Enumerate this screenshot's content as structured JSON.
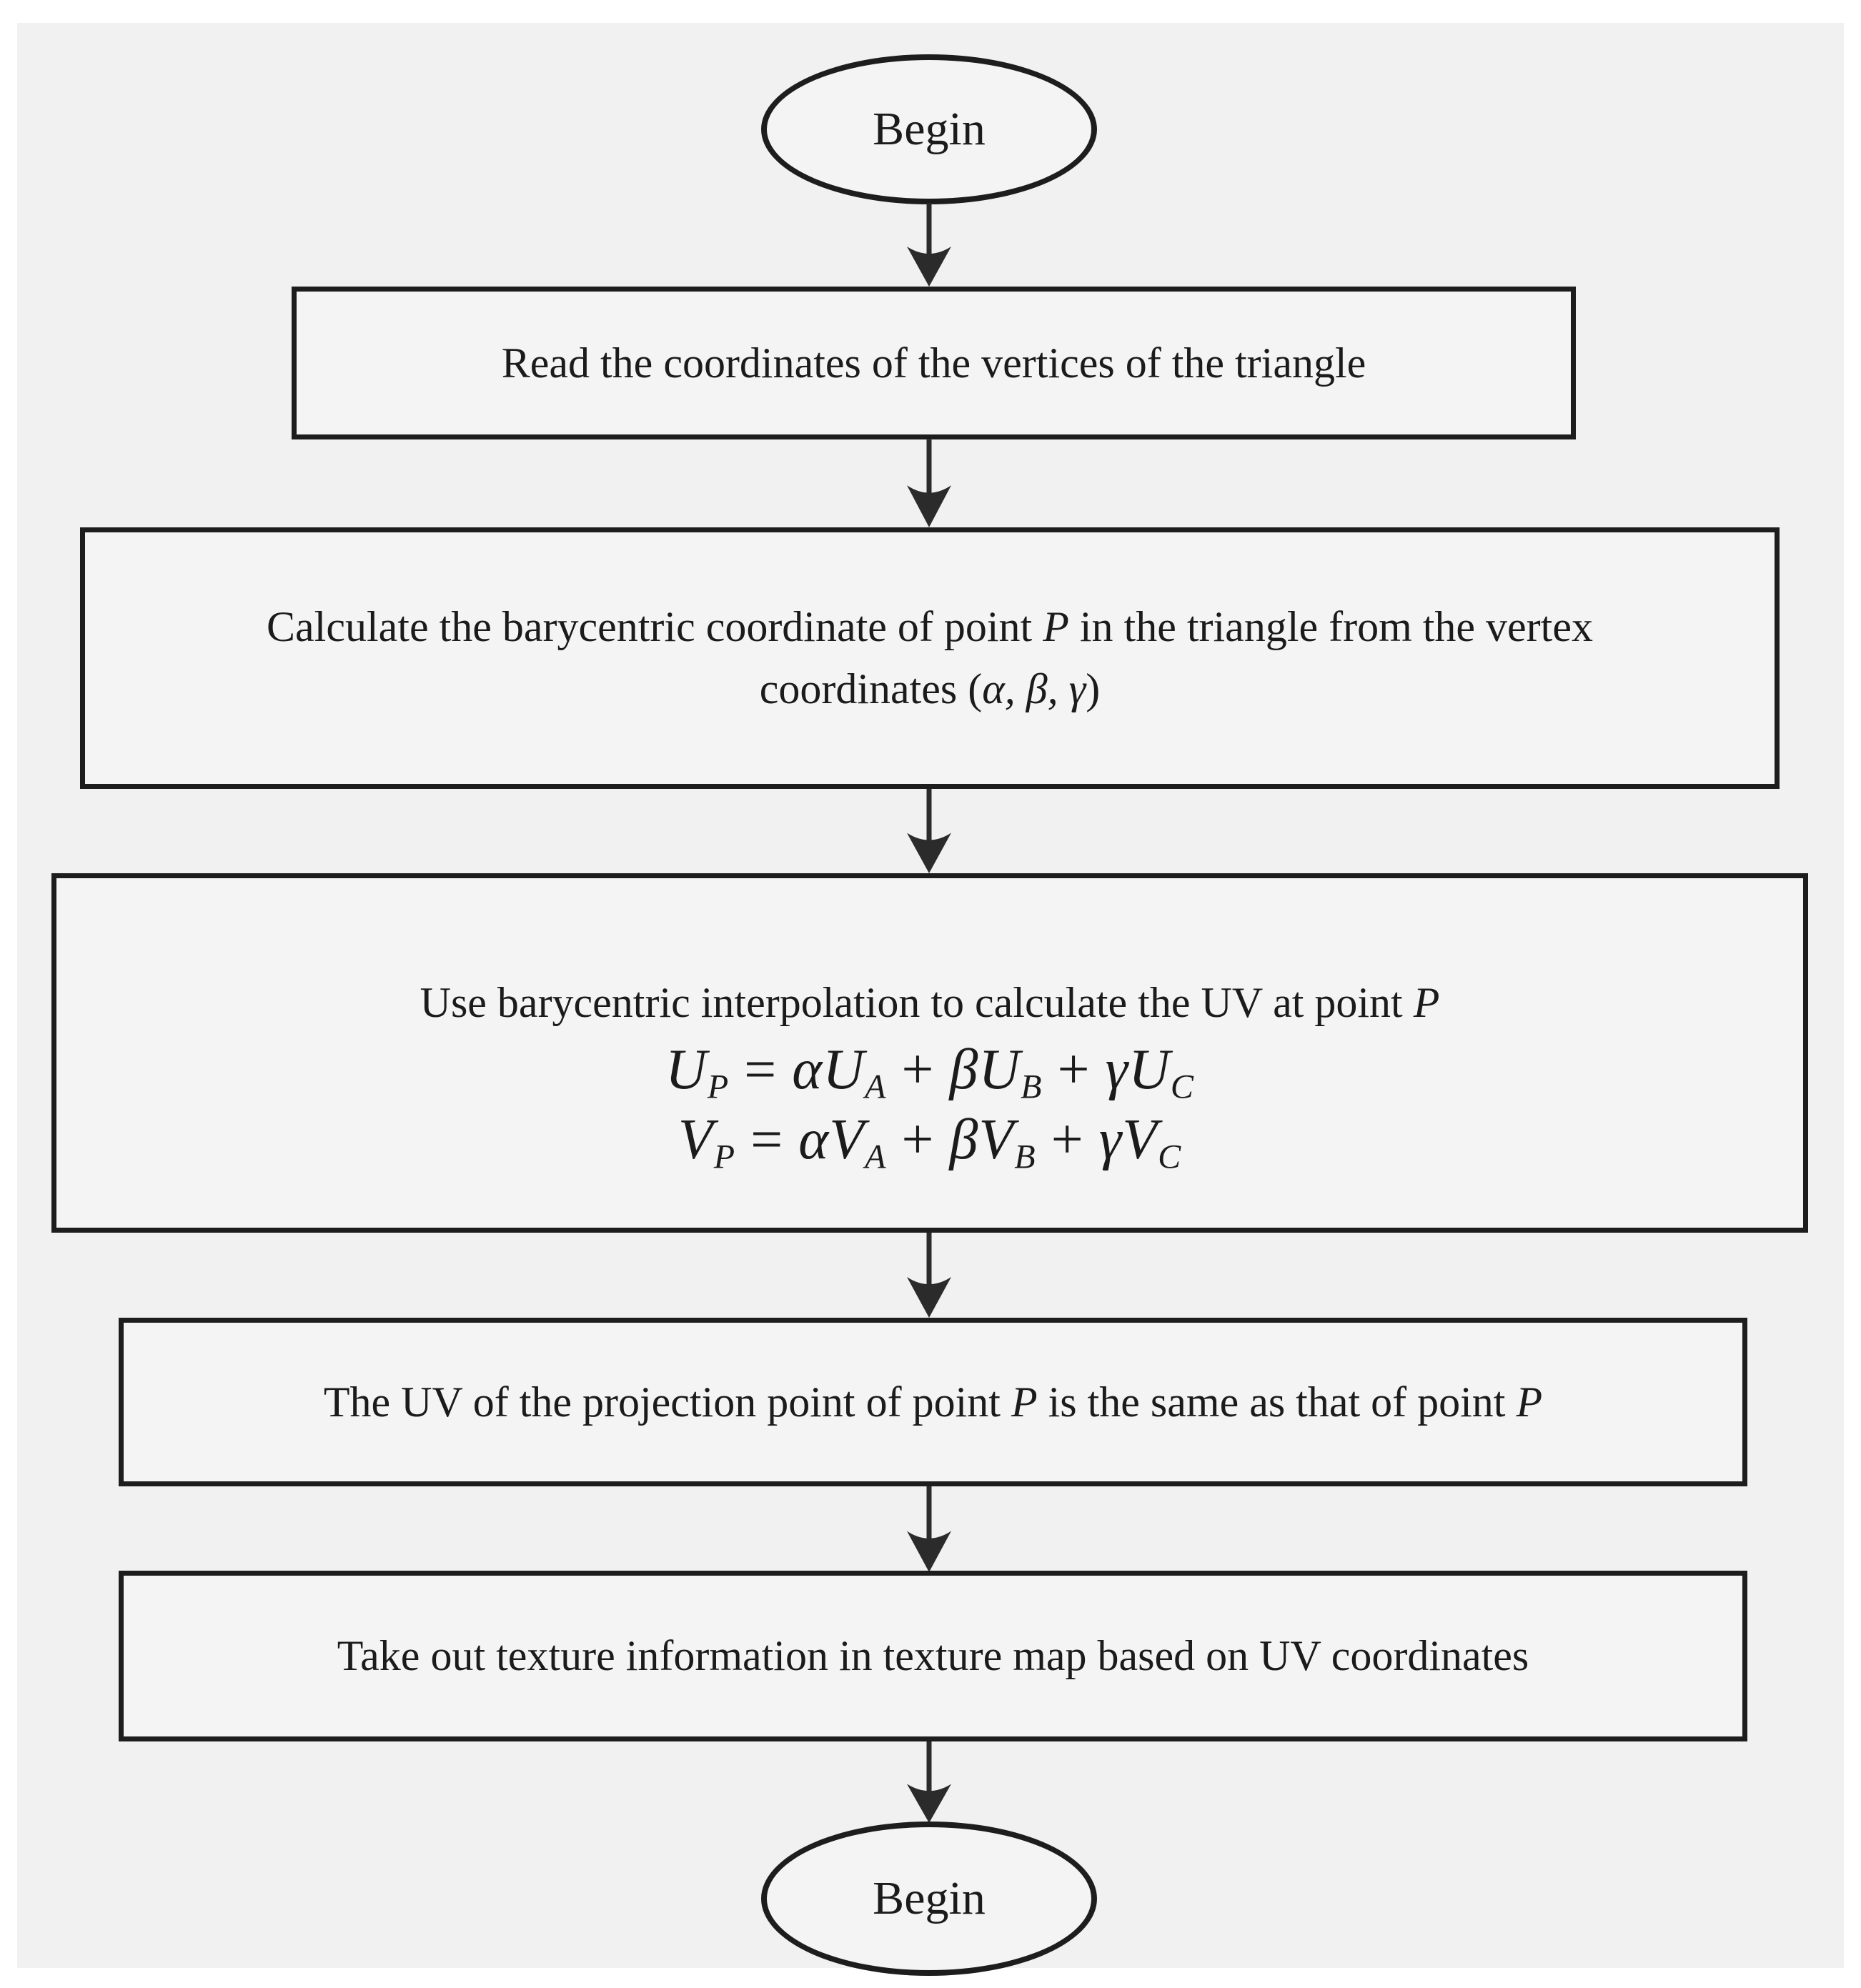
{
  "colors": {
    "page_background": "#ffffff",
    "panel_background": "#f1f1f1",
    "node_fill": "#f4f4f4",
    "stroke": "#1d1d1d",
    "text": "#1b1b1b",
    "arrow": "#2b2b2b"
  },
  "flowchart": {
    "start": {
      "label": "Begin"
    },
    "steps": {
      "read_vertices": {
        "text": "Read the coordinates of the vertices of the triangle"
      },
      "calc_barycentric": {
        "segments": [
          {
            "t": "Calculate the barycentric coordinate of point "
          },
          {
            "t": "P",
            "i": true
          },
          {
            "t": " in the triangle from the vertex"
          },
          {
            "br": true
          },
          {
            "t": "coordinates ("
          },
          {
            "t": "α, β, γ",
            "i": true
          },
          {
            "t": ")"
          }
        ]
      },
      "uv_interpolation": {
        "title_segments": [
          {
            "t": "Use barycentric interpolation to calculate the UV at point "
          },
          {
            "t": "P",
            "i": true
          }
        ],
        "formulas": [
          [
            {
              "t": "U",
              "sub": "P",
              "i": true
            },
            {
              "t": " = "
            },
            {
              "t": "α",
              "i": true
            },
            {
              "t": "U",
              "sub": "A",
              "i": true
            },
            {
              "t": " + "
            },
            {
              "t": "β",
              "i": true
            },
            {
              "t": "U",
              "sub": "B",
              "i": true
            },
            {
              "t": " + "
            },
            {
              "t": "γ",
              "i": true
            },
            {
              "t": "U",
              "sub": "C",
              "i": true
            }
          ],
          [
            {
              "t": "V",
              "sub": "P",
              "i": true
            },
            {
              "t": " = "
            },
            {
              "t": "α",
              "i": true
            },
            {
              "t": "V",
              "sub": "A",
              "i": true
            },
            {
              "t": " + "
            },
            {
              "t": "β",
              "i": true
            },
            {
              "t": "V",
              "sub": "B",
              "i": true
            },
            {
              "t": " + "
            },
            {
              "t": "γ",
              "i": true
            },
            {
              "t": "V",
              "sub": "C",
              "i": true
            }
          ]
        ]
      },
      "projection_uv": {
        "segments": [
          {
            "t": "The UV of the projection point of point "
          },
          {
            "t": "P",
            "i": true
          },
          {
            "t": " is the same as that of point "
          },
          {
            "t": "P",
            "i": true
          }
        ]
      },
      "texture_lookup": {
        "text": "Take out texture information in texture map based on UV coordinates"
      }
    },
    "end": {
      "label": "Begin"
    }
  }
}
